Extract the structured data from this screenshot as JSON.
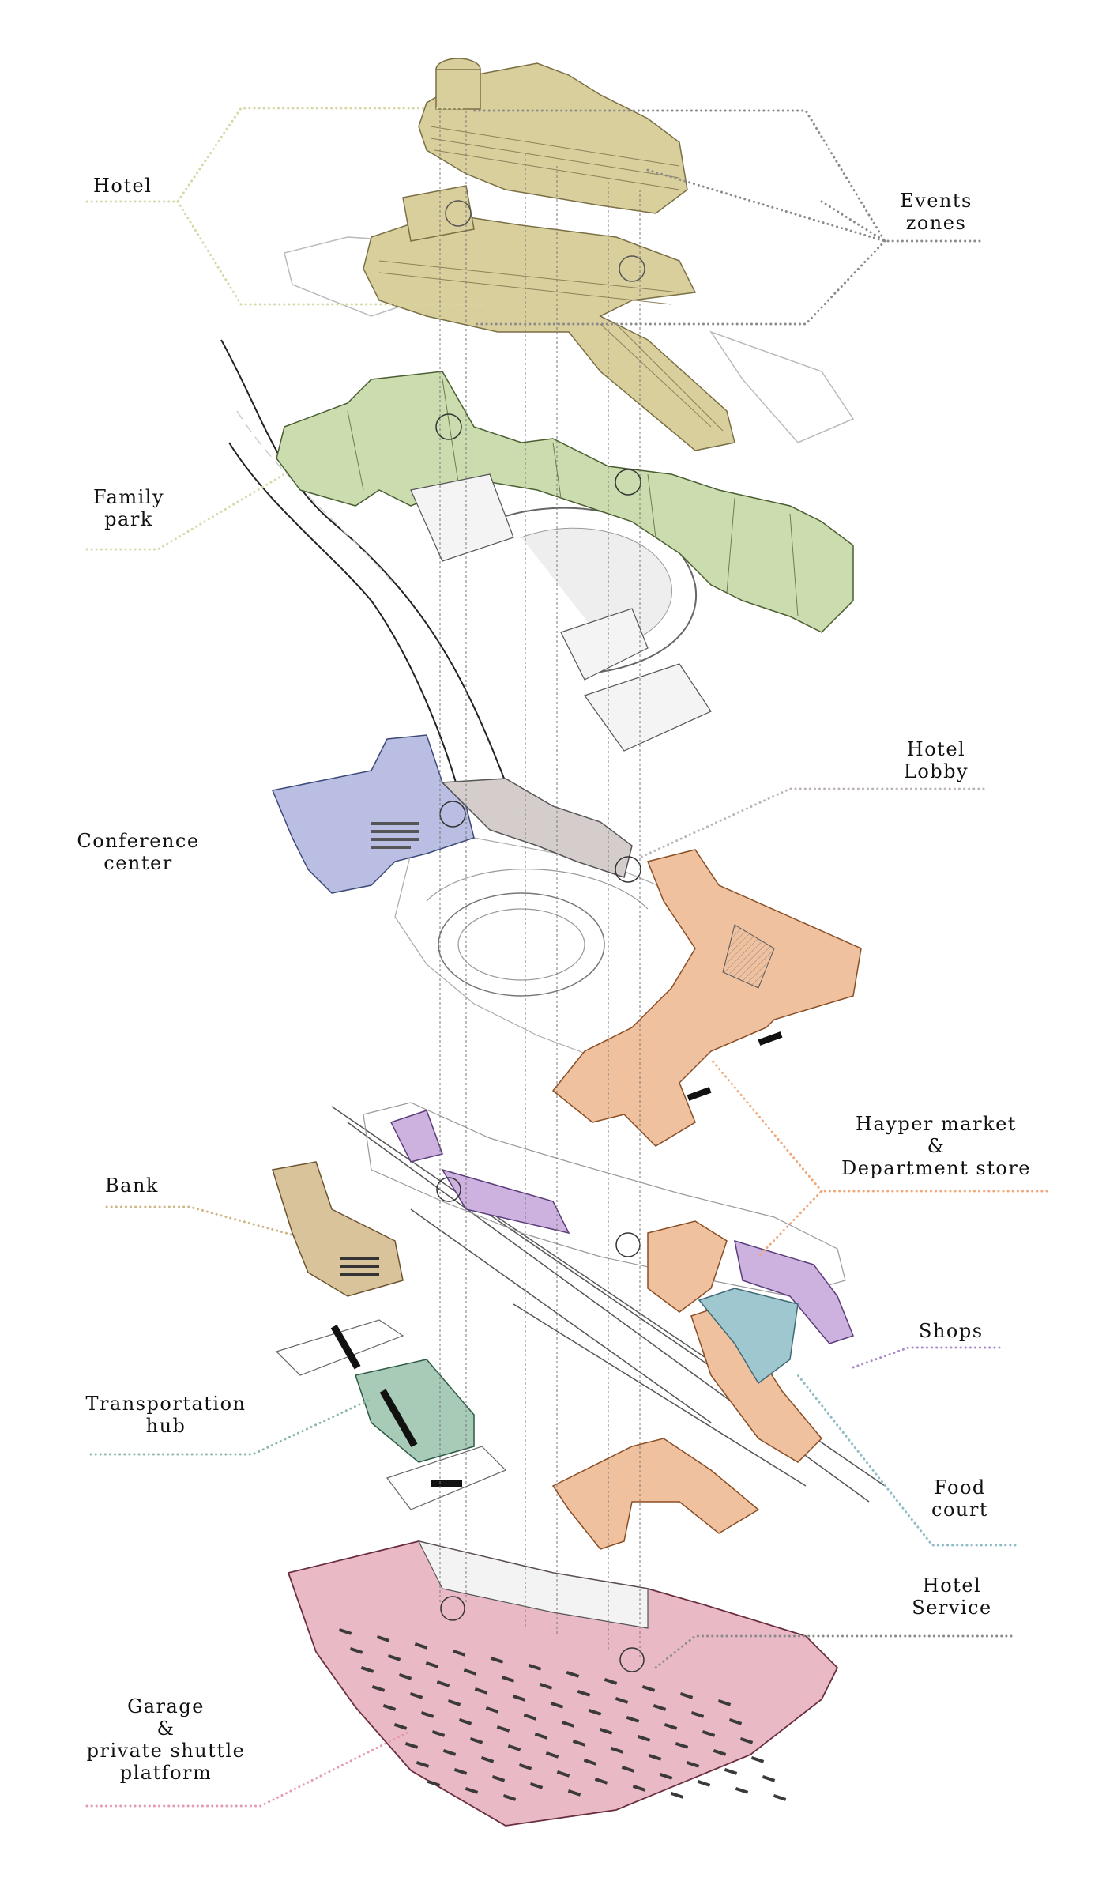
{
  "labels": {
    "hotel": "Hotel",
    "events_zones": [
      "Events",
      "zones"
    ],
    "family_park": [
      "Family",
      "park"
    ],
    "hotel_lobby": [
      "Hotel",
      "Lobby"
    ],
    "conference_center": [
      "Conference",
      "center"
    ],
    "hayper_market": [
      "Hayper market",
      "&",
      "Department store"
    ],
    "bank": "Bank",
    "shops": "Shops",
    "transportation_hub": [
      "Transportation",
      "hub"
    ],
    "food_court": [
      "Food",
      "court"
    ],
    "hotel_service": [
      "Hotel",
      "Service"
    ],
    "garage": [
      "Garage",
      "&",
      "private shuttle",
      "platform"
    ]
  },
  "colors": {
    "hotel": "#d9cf9c",
    "family_park": "#cbdcae",
    "conference": "#b9bee2",
    "lobby": "#d5cccc",
    "market": "#f0c19f",
    "bank": "#d8c39b",
    "shops": "#cdb2e0",
    "transport": "#a7cbb7",
    "food": "#9ec7d0",
    "garage": "#e9b9c6",
    "hotel_leader": "#d7d7a6",
    "events_leader": "#8a8a8a",
    "park_leader": "#d2dca8",
    "lobby_leader": "#bdb3bd",
    "market_leader": "#f0a87a",
    "bank_leader": "#cfb686",
    "shops_leader": "#a98acb",
    "transport_leader": "#8cb9a5",
    "food_leader": "#8dbbc6",
    "service_leader": "#8a8a8a",
    "garage_leader": "#e49ab0"
  }
}
